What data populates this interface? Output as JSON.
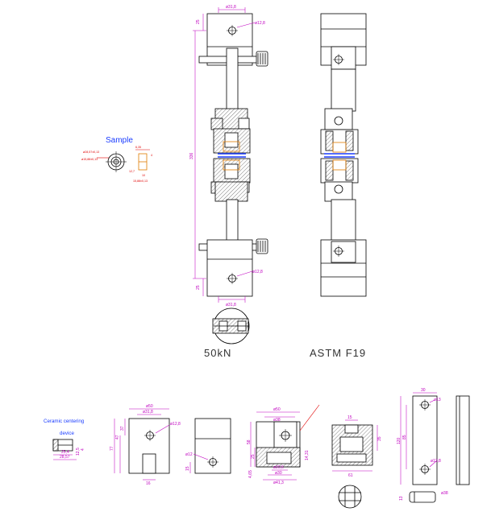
{
  "labels": {
    "load_rating": "50kN",
    "standard": "ASTM F19",
    "sample": "Sample",
    "ceramic_title": "Ceramic centering",
    "ceramic_sub": "device"
  },
  "dimensions": {
    "top_width": "ø31,8",
    "top_hole": "ø12,8",
    "top_offset": "25",
    "overall_length": "336",
    "bottom_offset": "25",
    "bottom_hole": "ø12,8",
    "bottom_width": "ø31,8",
    "clevis_width_outer": "ø50",
    "clevis_width_inner": "ø31,8",
    "clevis_height": "77",
    "clevis_h1": "47",
    "clevis_h2": "37",
    "clevis_hole": "ø12,8",
    "clevis_slot": "16",
    "side_hole": "ø12",
    "side_offset": "15",
    "holder_width_outer": "ø50",
    "holder_width_inner": "ø38",
    "holder_h1": "58",
    "holder_h2": "25",
    "holder_base": "4,65",
    "holder_d1": "ø20,6",
    "holder_d2": "ø30",
    "holder_d3": "ø41,3",
    "holder_thread": "14,31",
    "cap_top": "15",
    "cap_side": "35",
    "cap_width": "61",
    "link_width": "30",
    "link_hole_top": "ø13",
    "link_length": "120",
    "link_pitch": "85",
    "link_hole_bottom": "ø12,8",
    "pin_length": "ø38",
    "pin_dia": "13",
    "ceramic_d1": "25,4",
    "ceramic_d2": "28,57",
    "ceramic_h1": "12,5",
    "ceramic_h2": "4"
  },
  "sample_dims": {
    "d1": "ø28,57±0,13",
    "d2": "ø15,88±0,13",
    "w1": "6,35",
    "w2": "12,7",
    "w3": "15,88±0,13",
    "w4": "4",
    "w5": "10"
  }
}
